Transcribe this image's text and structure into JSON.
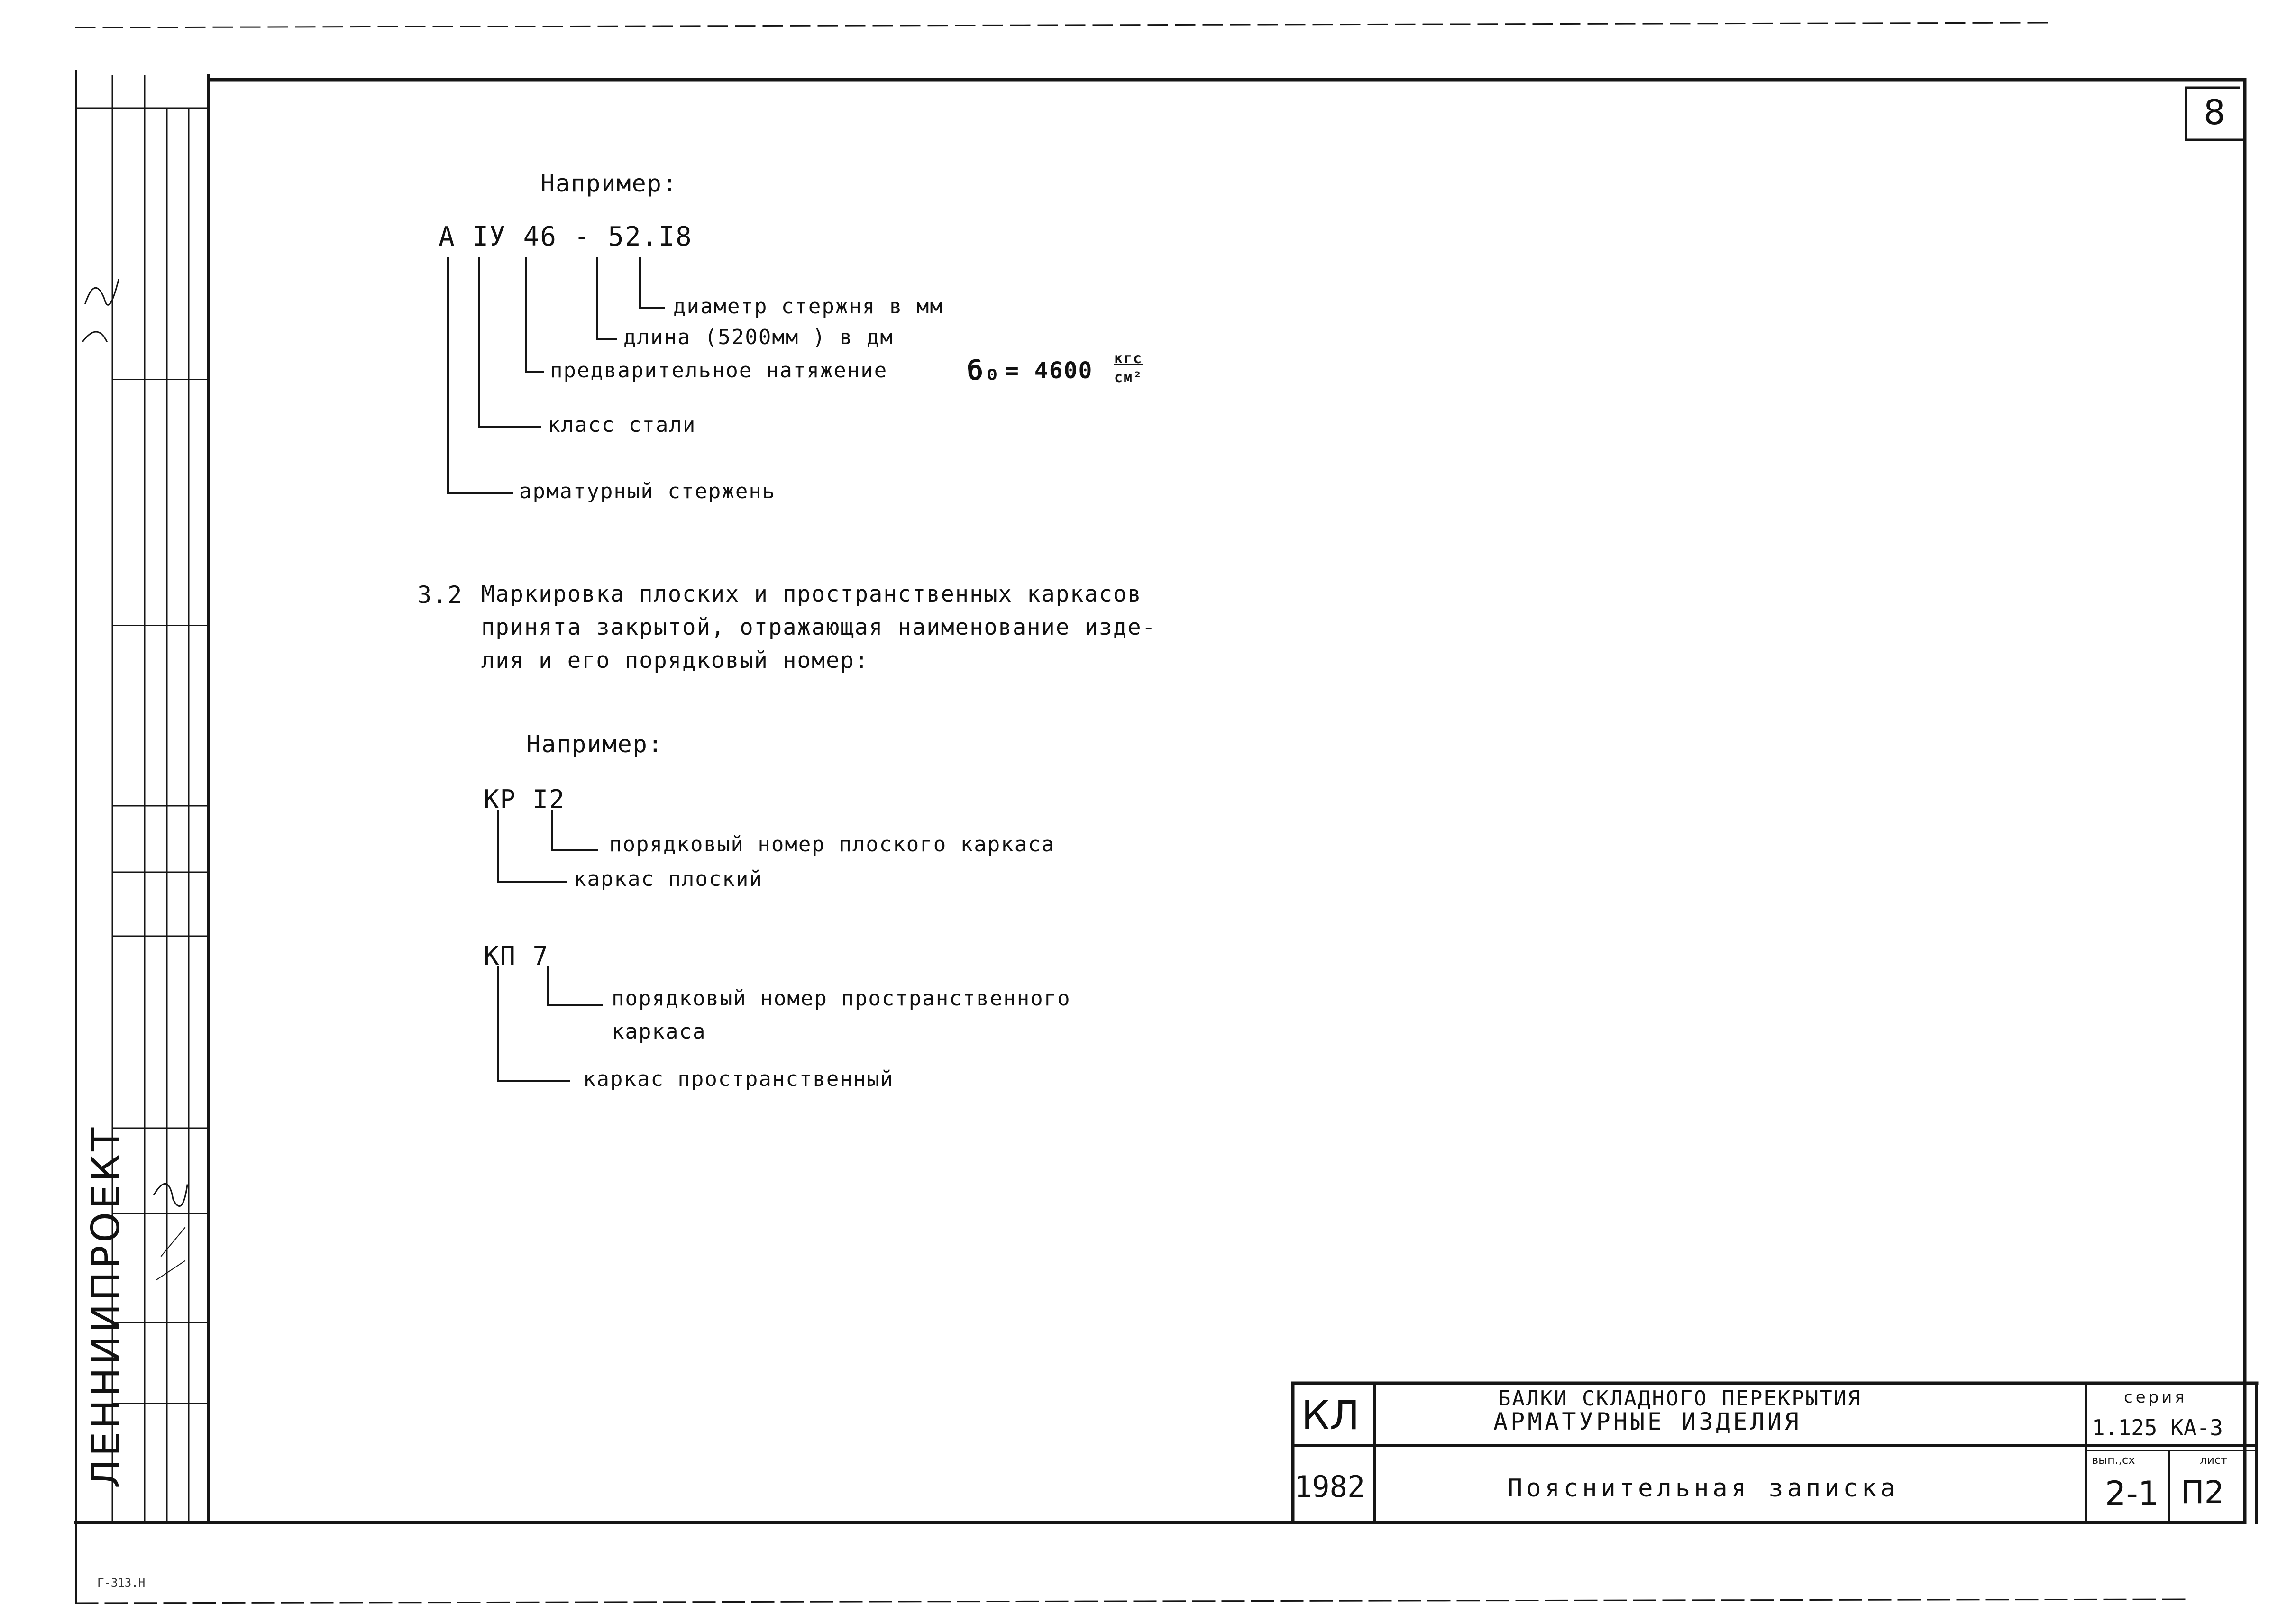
{
  "sheet_number": "8",
  "section1": {
    "example_label": "Например:",
    "formula": "А IУ 46 - 52.I8",
    "legend": [
      "диаметр стержня в мм",
      "длина (5200мм ) в дм",
      "предварительное натяжение",
      "класс стали",
      "арматурный стержень"
    ],
    "stress_symbol": "б₀",
    "stress_eq": "= 4600",
    "stress_unit_num": "кгс",
    "stress_unit_den": "см²"
  },
  "section2": {
    "para_number": "3.2",
    "para_lines": [
      "Маркировка плоских и пространственных каркасов",
      "принята закрытой, отражающая наименование изде-",
      "лия и его порядковый номер:"
    ],
    "example_label": "Например:",
    "kr_code": "КР  I2",
    "kr_legend": [
      "порядковый номер плоского каркаса",
      "каркас плоский"
    ],
    "kp_code": "КП  7",
    "kp_legend": [
      "порядковый номер пространственного",
      "каркаса",
      "каркас пространственный"
    ]
  },
  "side_panel": {
    "org_name": "ЛЕННИИПРОЕКТ",
    "bottom_code": "Г-313.Н"
  },
  "title_block": {
    "org_short": "КЛ",
    "year": "1982",
    "title_line1": "БАЛКИ СКЛАДНОГО ПЕРЕКРЫТИЯ",
    "title_line2": "АРМАТУРНЫЕ ИЗДЕЛИЯ",
    "doc_name": "Пояснительная записка",
    "series_label": "серия",
    "series_value": "1.125 КА-3",
    "issue_label": "вып.,сх",
    "issue_value": "2-1",
    "sheet_label": "лист",
    "sheet_value": "П2"
  }
}
